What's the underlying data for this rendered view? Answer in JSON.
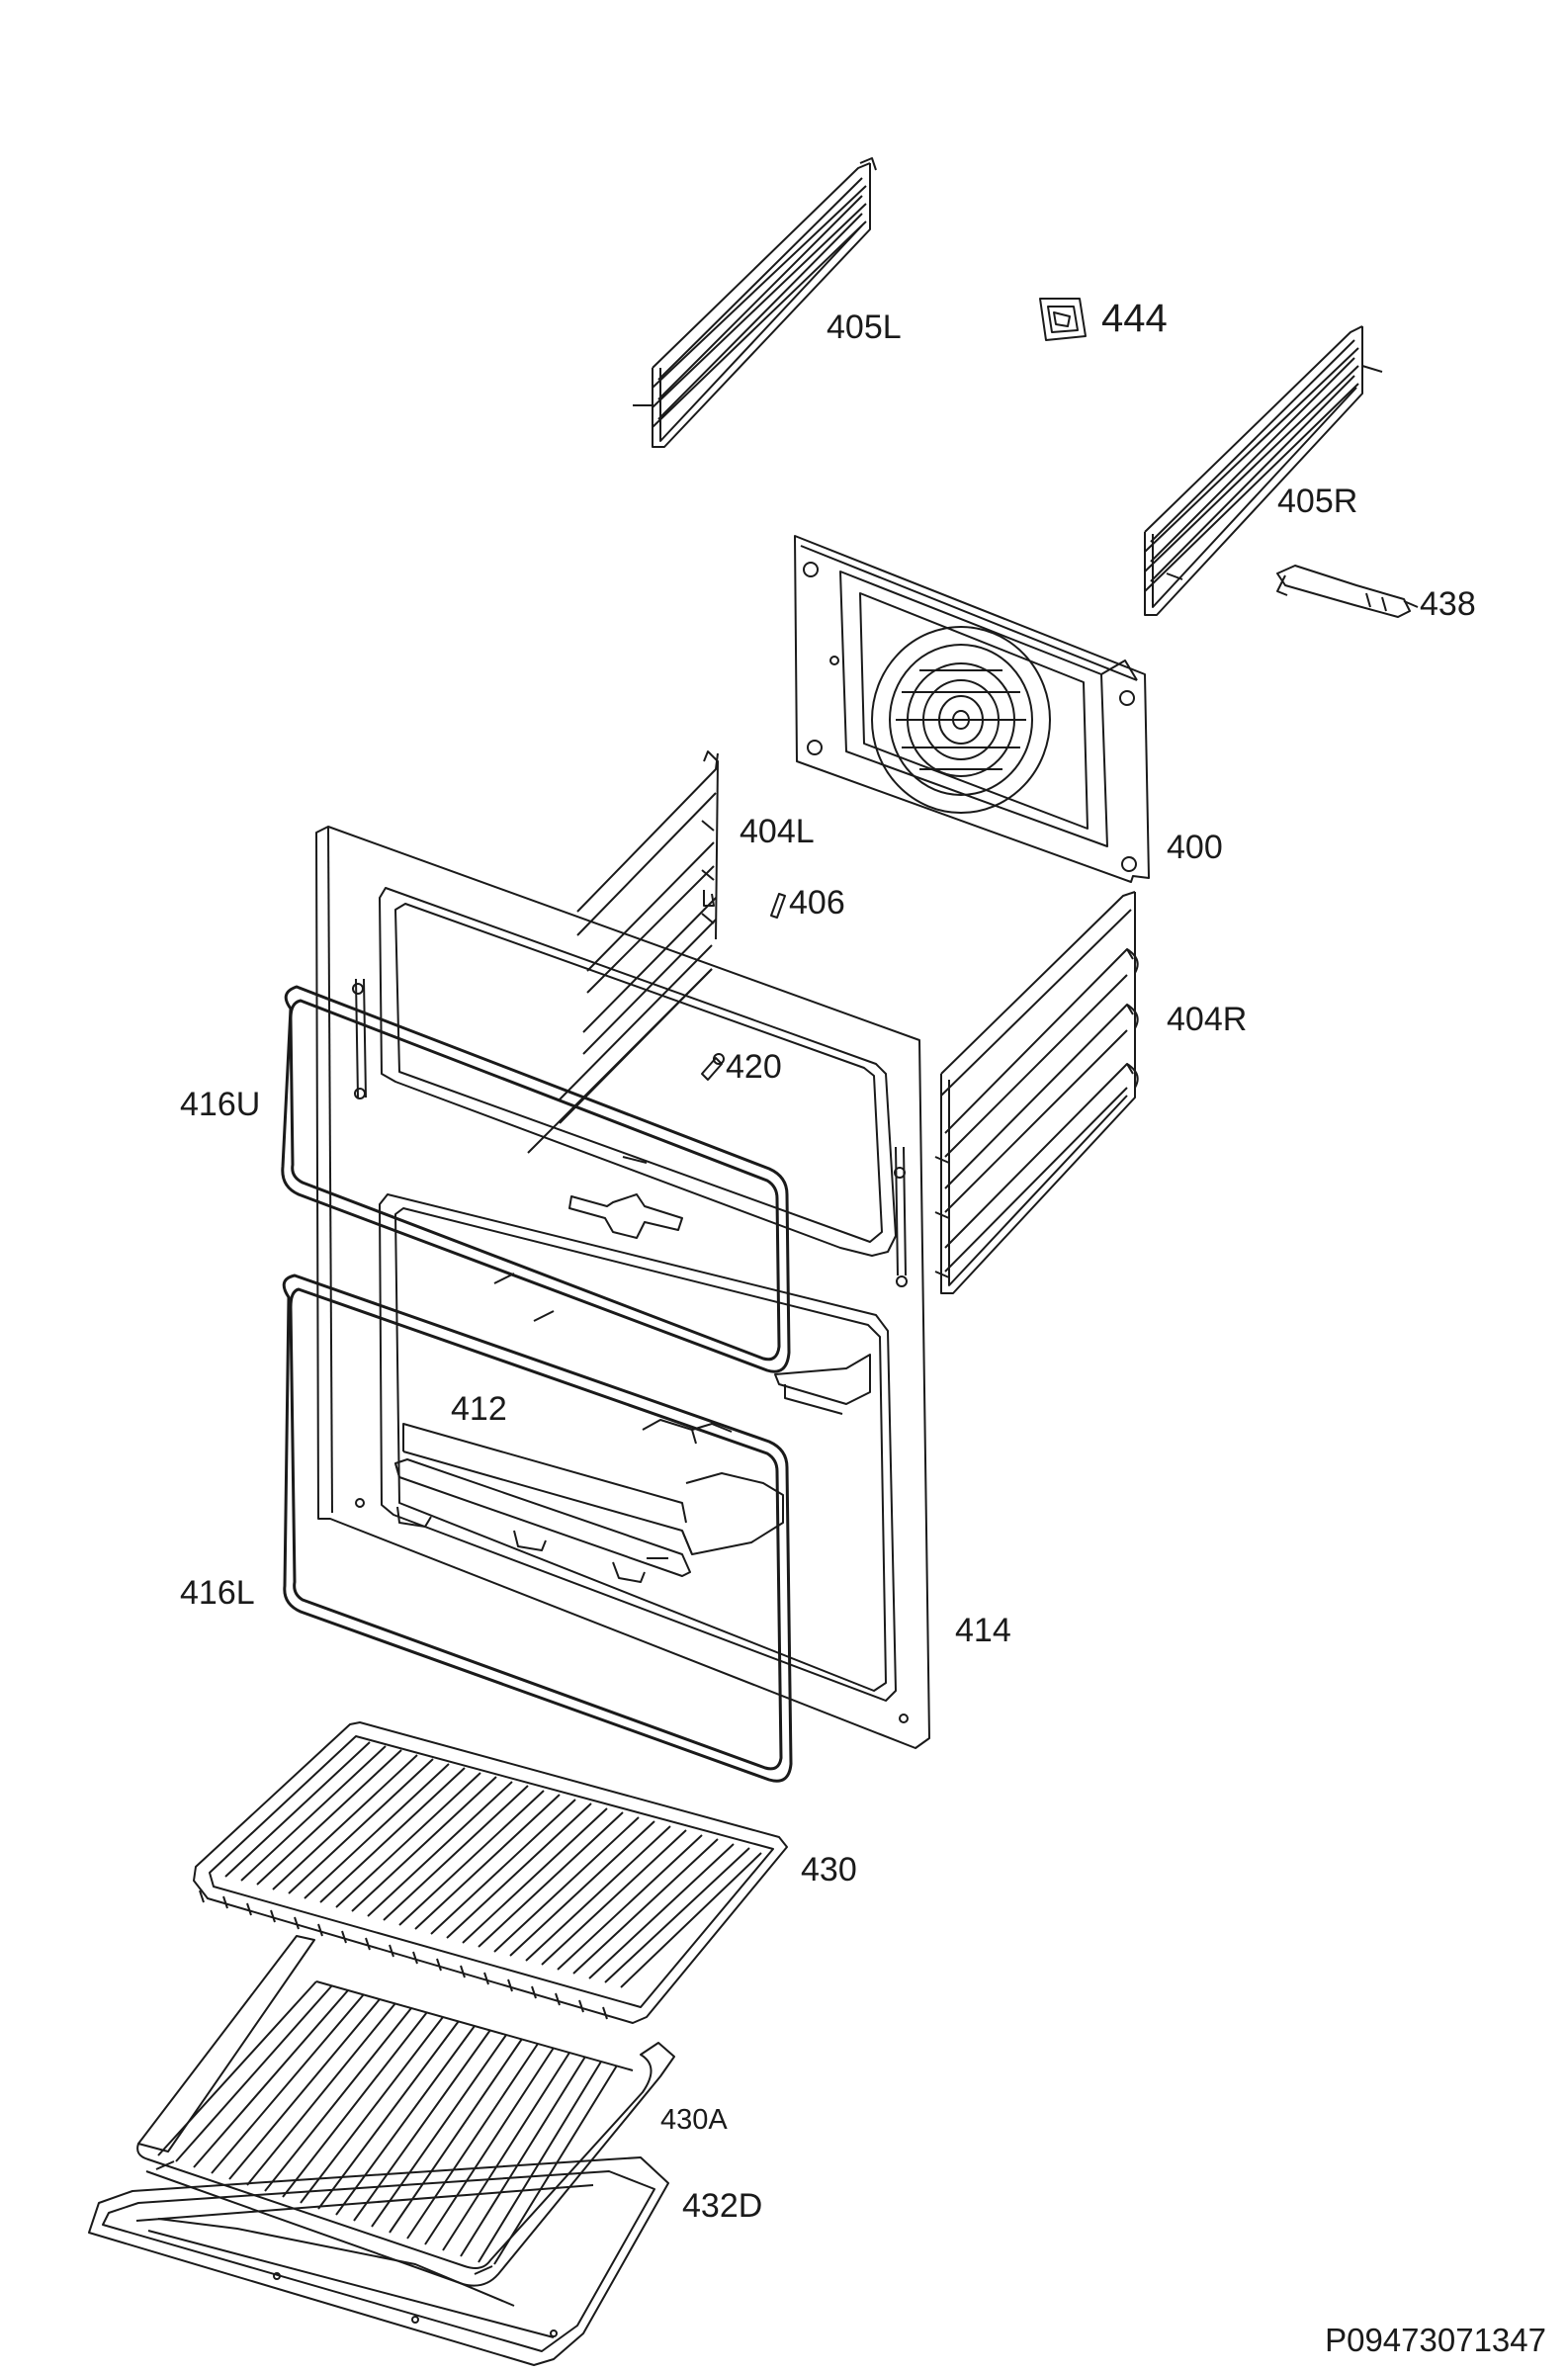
{
  "labels": {
    "p405L": "405L",
    "p444": "444",
    "p405R": "405R",
    "p438": "438",
    "p400": "400",
    "p404L": "404L",
    "p406": "406",
    "p404R": "404R",
    "p420": "420",
    "p416U": "416U",
    "p412": "412",
    "p416L": "416L",
    "p414": "414",
    "p430": "430",
    "p430A": "430A",
    "p432D": "432D"
  },
  "reference": "P09473071347",
  "colors": {
    "line": "#1a1a1a",
    "background": "#ffffff"
  }
}
